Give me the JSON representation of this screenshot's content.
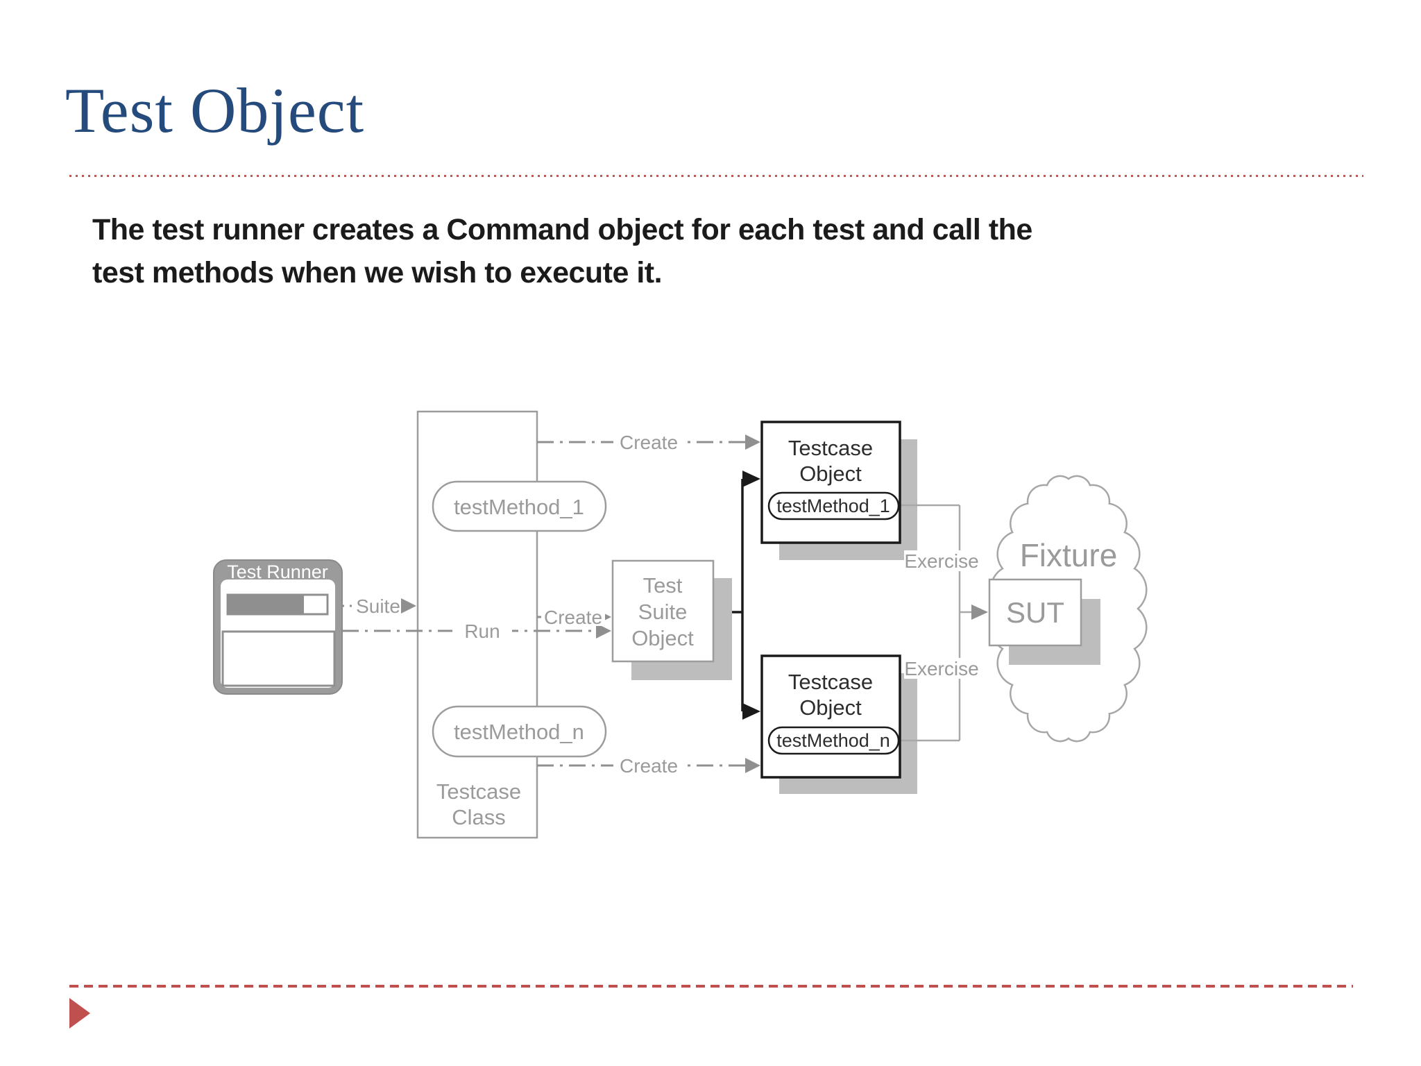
{
  "slide": {
    "title": "Test Object",
    "body_line1": "The test runner creates a Command object for each test and call the",
    "body_line2": "test methods when we wish to execute it."
  },
  "diagram": {
    "test_runner": {
      "title": "Test Runner"
    },
    "testcase_class": {
      "label_line1": "Testcase",
      "label_line2": "Class",
      "method_1": "testMethod_1",
      "method_n": "testMethod_n"
    },
    "test_suite_object": {
      "line1": "Test",
      "line2": "Suite",
      "line3": "Object"
    },
    "testcase_object_top": {
      "line1": "Testcase",
      "line2": "Object",
      "method": "testMethod_1"
    },
    "testcase_object_bottom": {
      "line1": "Testcase",
      "line2": "Object",
      "method": "testMethod_n"
    },
    "fixture": {
      "label": "Fixture",
      "sut": "SUT"
    },
    "edge_labels": {
      "suite": "Suite",
      "run": "Run",
      "create_suite": "Create",
      "create_top": "Create",
      "create_bottom": "Create",
      "exercise_top": "Exercise",
      "exercise_bottom": "Exercise"
    }
  },
  "colors": {
    "accent_red": "#c0504d",
    "title_blue": "#254a7c",
    "diagram_gray": "#9a9a9a",
    "shadow_gray": "#bdbdbd",
    "emphasis_black": "#1a1a1a"
  }
}
